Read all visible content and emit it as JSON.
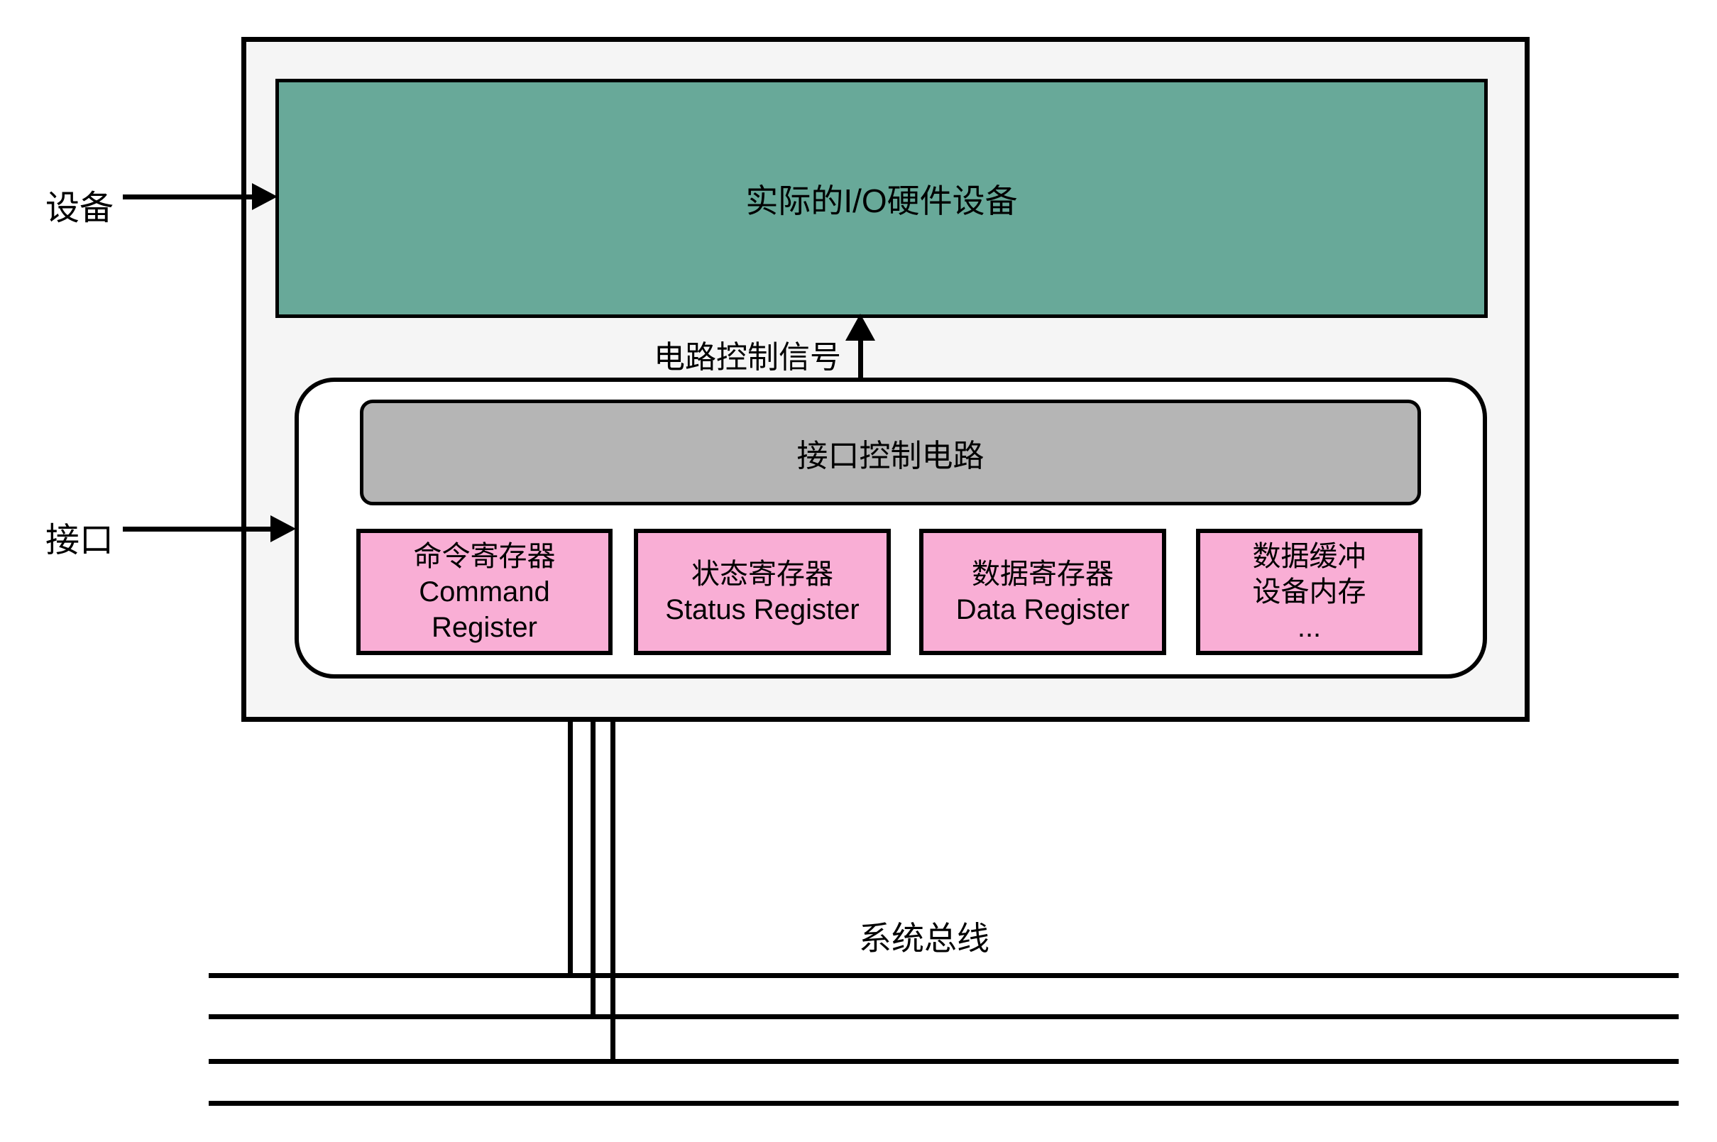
{
  "diagram": {
    "labels": {
      "device": "设备",
      "interface": "接口",
      "hardware_device": "实际的I/O硬件设备",
      "circuit_control_signal": "电路控制信号",
      "interface_control_circuit": "接口控制电路",
      "system_bus": "系统总线"
    },
    "registers": [
      {
        "name": "command-register",
        "lines": [
          "命令寄存器",
          "Command",
          "Register"
        ]
      },
      {
        "name": "status-register",
        "lines": [
          "状态寄存器",
          "Status Register"
        ]
      },
      {
        "name": "data-register",
        "lines": [
          "数据寄存器",
          "Data Register"
        ]
      },
      {
        "name": "data-buffer",
        "lines": [
          "数据缓冲",
          "设备内存",
          "..."
        ]
      }
    ],
    "bus_line_count": 4,
    "colors": {
      "canvas_bg": "#FFFFFF",
      "outer_box_fill": "#F5F5F5",
      "hardware_box_fill": "#68A999",
      "circuit_box_fill": "#B5B5B5",
      "register_fill": "#F9AED5",
      "line_color": "#000000"
    }
  }
}
